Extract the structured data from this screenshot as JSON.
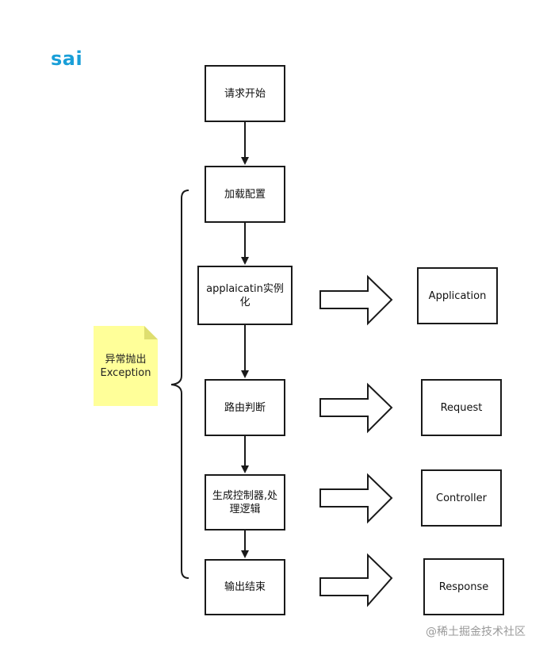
{
  "title": {
    "text": "sai",
    "color": "#1a9fd8"
  },
  "flow": {
    "start": "请求开始",
    "load_config": "加载配置",
    "app_instance": "applaicatin实例化",
    "routing": "路由判断",
    "controller": "生成控制器,处理逻辑",
    "output": "输出结束"
  },
  "components": {
    "application": "Application",
    "request": "Request",
    "controller": "Controller",
    "response": "Response"
  },
  "note": {
    "text": "异常抛出Exception",
    "color": "#ffff99"
  },
  "watermark": "@稀土掘金技术社区"
}
